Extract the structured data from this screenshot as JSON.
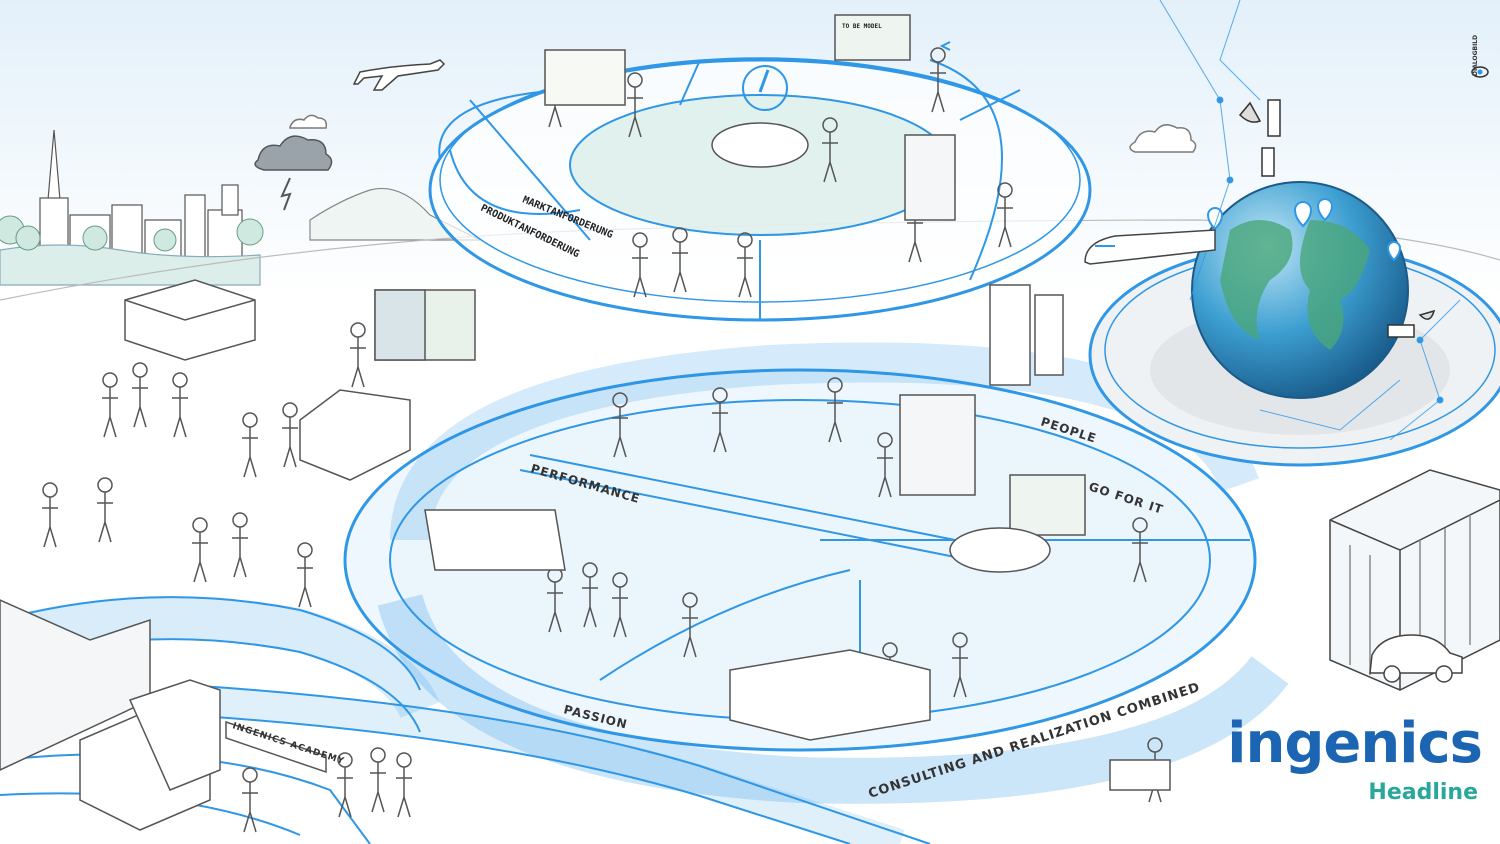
{
  "colors": {
    "accent_blue": "#2f97e6",
    "light_blue": "#cfe8f8",
    "pale_green": "#dbeee9",
    "logo_blue": "#1b65b3",
    "logo_green": "#2aa79b",
    "sky": "#eaf4fb",
    "sketch": "#555555"
  },
  "labels": {
    "people": "PEOPLE",
    "go_for_it": "GO FOR IT",
    "performance": "PERFORMANCE",
    "passion": "PASSION",
    "consulting": "CONSULTING AND REALIZATION COMBINED",
    "academy": "INGENICS ACADEMY",
    "marktanforderung": "MARKTANFORDERUNG",
    "produktanforderung": "PRODUKTANFORDERUNG",
    "to_be_model": "TO BE MODEL"
  },
  "logo": {
    "word": "ingenics",
    "headline": "Headline"
  },
  "credit": {
    "text": "DIALOGBILD"
  },
  "icons": [
    "airplane-icon",
    "satellite-icon",
    "globe-icon",
    "location-pin-icon",
    "cloud-icon",
    "storm-cloud-icon",
    "train-icon",
    "car-icon"
  ]
}
